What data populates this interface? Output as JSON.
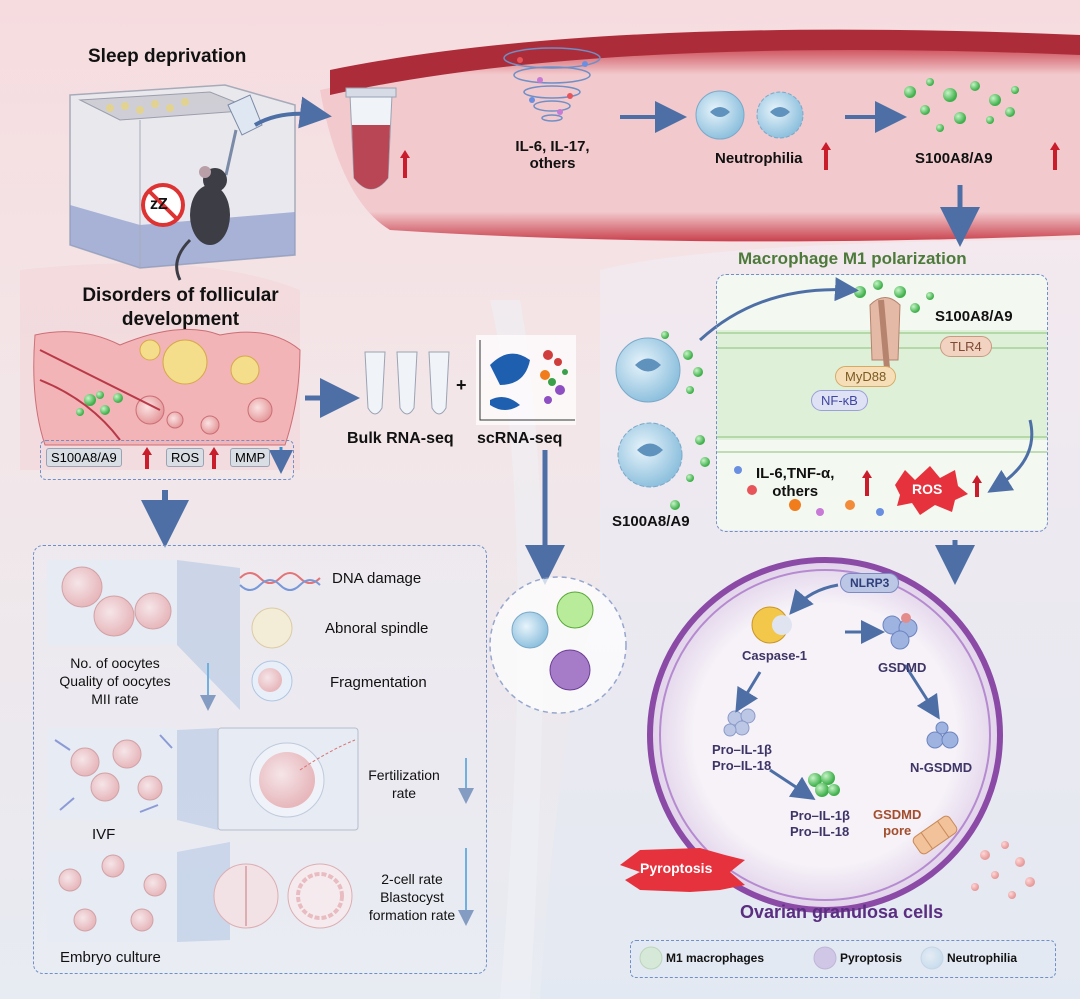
{
  "top": {
    "sleep_title": "Sleep deprivation",
    "cytokines": "IL-6, IL-17,\nothers",
    "neutrophilia": "Neutrophilia",
    "s100_top": "S100A8/A9"
  },
  "follicle": {
    "title": "Disorders of follicular\ndevelopment",
    "tags": [
      "S100A8/A9",
      "ROS",
      "MMP"
    ]
  },
  "seq": {
    "bulk": "Bulk RNA-seq",
    "plus": "+",
    "sc": "scRNA-seq"
  },
  "macrophage": {
    "title": "Macrophage M1 polarization",
    "s100_receptor": "S100A8/A9",
    "tlr4": "TLR4",
    "myd88": "MyD88",
    "nfkb": "NF-κB",
    "cytokines": "IL-6,TNF-α,\nothers",
    "ros": "ROS",
    "s100_left": "S100A8/A9"
  },
  "oocyte": {
    "dna": "DNA damage",
    "spindle": "Abnoral spindle",
    "frag": "Fragmentation",
    "metrics": "No. of oocytes\nQuality of oocytes\nMII rate",
    "fert": "Fertilization\nrate",
    "ivf": "IVF",
    "embryo_metrics": "2-cell rate\nBlastocyst\nformation rate",
    "embryo": "Embryo culture"
  },
  "pyro": {
    "nlrp3": "NLRP3",
    "casp": "Caspase-1",
    "gsdmd": "GSDMD",
    "pro1": "Pro–IL-1β\nPro–IL-18",
    "ngsdmd": "N-GSDMD",
    "pro2": "Pro–IL-1β\nPro–IL-18",
    "pore": "GSDMD\npore",
    "pyroptosis": "Pyroptosis",
    "cell_label": "Ovarian granulosa cells"
  },
  "legend": {
    "m1": "M1 macrophages",
    "pyro": "Pyroptosis",
    "neut": "Neutrophilia"
  }
}
